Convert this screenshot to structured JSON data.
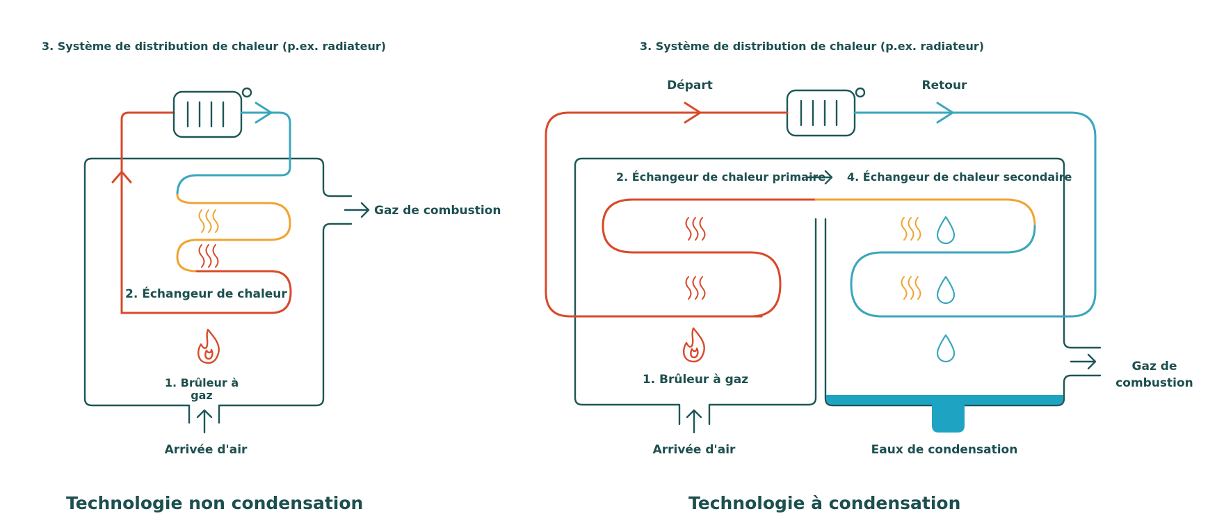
{
  "left": {
    "header": "3. Système de distribution de chaleur (p.ex. radiateur)",
    "exhaust_label": "Gaz de combustion",
    "exchanger_label": "2. Échangeur de chaleur",
    "burner_label_line1": "1. Brûleur à",
    "burner_label_line2": "gaz",
    "air_label": "Arrivée d'air",
    "title": "Technologie non condensation"
  },
  "right": {
    "header": "3. Système de distribution de chaleur (p.ex. radiateur)",
    "flow_label": "Départ",
    "return_label": "Retour",
    "primary_exchanger_label": "2. Échangeur de chaleur primaire",
    "secondary_exchanger_label": "4. Échangeur de chaleur secondaire",
    "burner_label": "1. Brûleur à gaz",
    "exhaust_label_line1": "Gaz de",
    "exhaust_label_line2": "combustion",
    "air_label": "Arrivée d'air",
    "condensate_label": "Eaux de condensation",
    "title": "Technologie à condensation"
  },
  "colors": {
    "frame": "#1d5656",
    "hot": "#d84a2a",
    "cold": "#3aa6be",
    "warm": "#f0a432",
    "condensate": "#1fa3c2"
  },
  "icons": [
    "radiator-icon",
    "flame-icon",
    "heat-waves-icon",
    "water-drop-icon",
    "arrow-icon"
  ]
}
